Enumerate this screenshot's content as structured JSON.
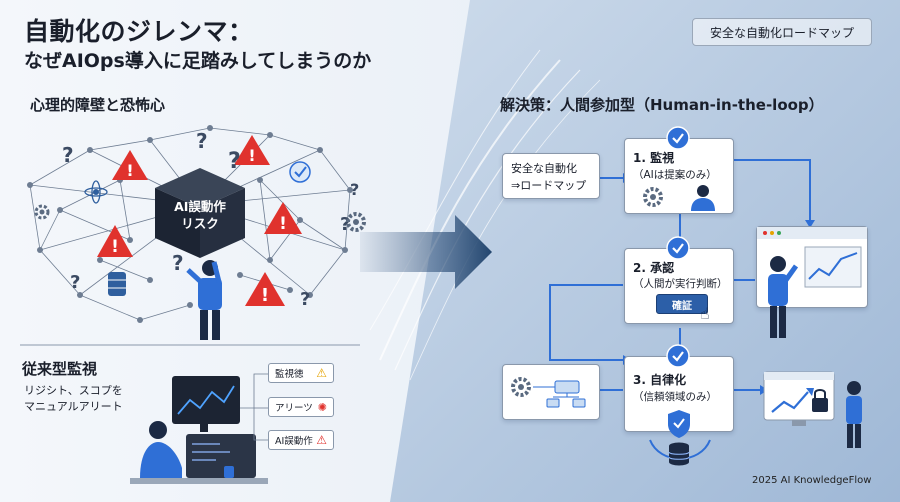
{
  "title": {
    "line1": "自動化のジレンマ：",
    "line2": "なぜAIOps導入に足踏みしてしまうのか"
  },
  "left": {
    "heading": "心理的障壁と恐怖心",
    "center_label_line1": "AI誤動作",
    "center_label_line2": "リスク"
  },
  "traditional": {
    "title": "従来型監視",
    "desc": "リジシト、スコプを\nマニュアルアリート",
    "alerts": [
      "監視徳",
      "アリーツ",
      "AI誤動作"
    ]
  },
  "right": {
    "heading": "解決策：人間参加型（Human-in-the-loop）",
    "roadmap_tag": "安全な自動化ロードマップ",
    "roadmap_box_line1": "安全な自動化",
    "roadmap_box_line2": "⇒ロードマップ",
    "steps": [
      {
        "title": "1. 監視",
        "sub": "（AIは提案のみ）"
      },
      {
        "title": "2. 承認",
        "sub": "（人間が実行判断）",
        "button": "確証"
      },
      {
        "title": "3. 自律化",
        "sub": "（信頼領域のみ）"
      }
    ]
  },
  "footer": "2025 AI KnowledgeFlow",
  "colors": {
    "accent": "#2f6fd6",
    "warning": "#e0322d",
    "navy": "#1c2a44"
  }
}
